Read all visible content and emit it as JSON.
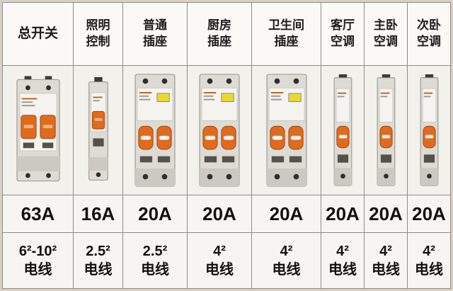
{
  "colors": {
    "background_beige": "#d8d0c2",
    "grid_line_gray": "#8f8c86",
    "cell_background": "#f7f5f1",
    "breaker_body_gray": "#dedbd5",
    "toggle_orange": "#e06a1f",
    "test_button_yellow": "#e8d832",
    "terminal_black": "#2e2e2e",
    "text_black": "#111111"
  },
  "table": {
    "columns": [
      {
        "label": "总开关",
        "breaker": "main-2pole-breaker",
        "amp": "63A",
        "wire": "6²-10²\n电线"
      },
      {
        "label": "照明\n控制",
        "breaker": "single-pole-breaker",
        "amp": "16A",
        "wire": "2.5²\n电线"
      },
      {
        "label": "普通\n插座",
        "breaker": "rcd-2pole-breaker",
        "amp": "20A",
        "wire": "2.5²\n电线"
      },
      {
        "label": "厨房\n插座",
        "breaker": "rcd-2pole-breaker",
        "amp": "20A",
        "wire": "4²\n电线"
      },
      {
        "label": "卫生间\n插座",
        "breaker": "rcd-2pole-breaker",
        "amp": "20A",
        "wire": "4²\n电线"
      },
      {
        "label": "客厅\n空调",
        "breaker": "single-pole-breaker",
        "amp": "20A",
        "wire": "4²\n电线"
      },
      {
        "label": "主卧\n空调",
        "breaker": "single-pole-breaker",
        "amp": "20A",
        "wire": "4²\n电线"
      },
      {
        "label": "次卧\n空调",
        "breaker": "single-pole-breaker",
        "amp": "20A",
        "wire": "4²\n电线"
      }
    ]
  }
}
